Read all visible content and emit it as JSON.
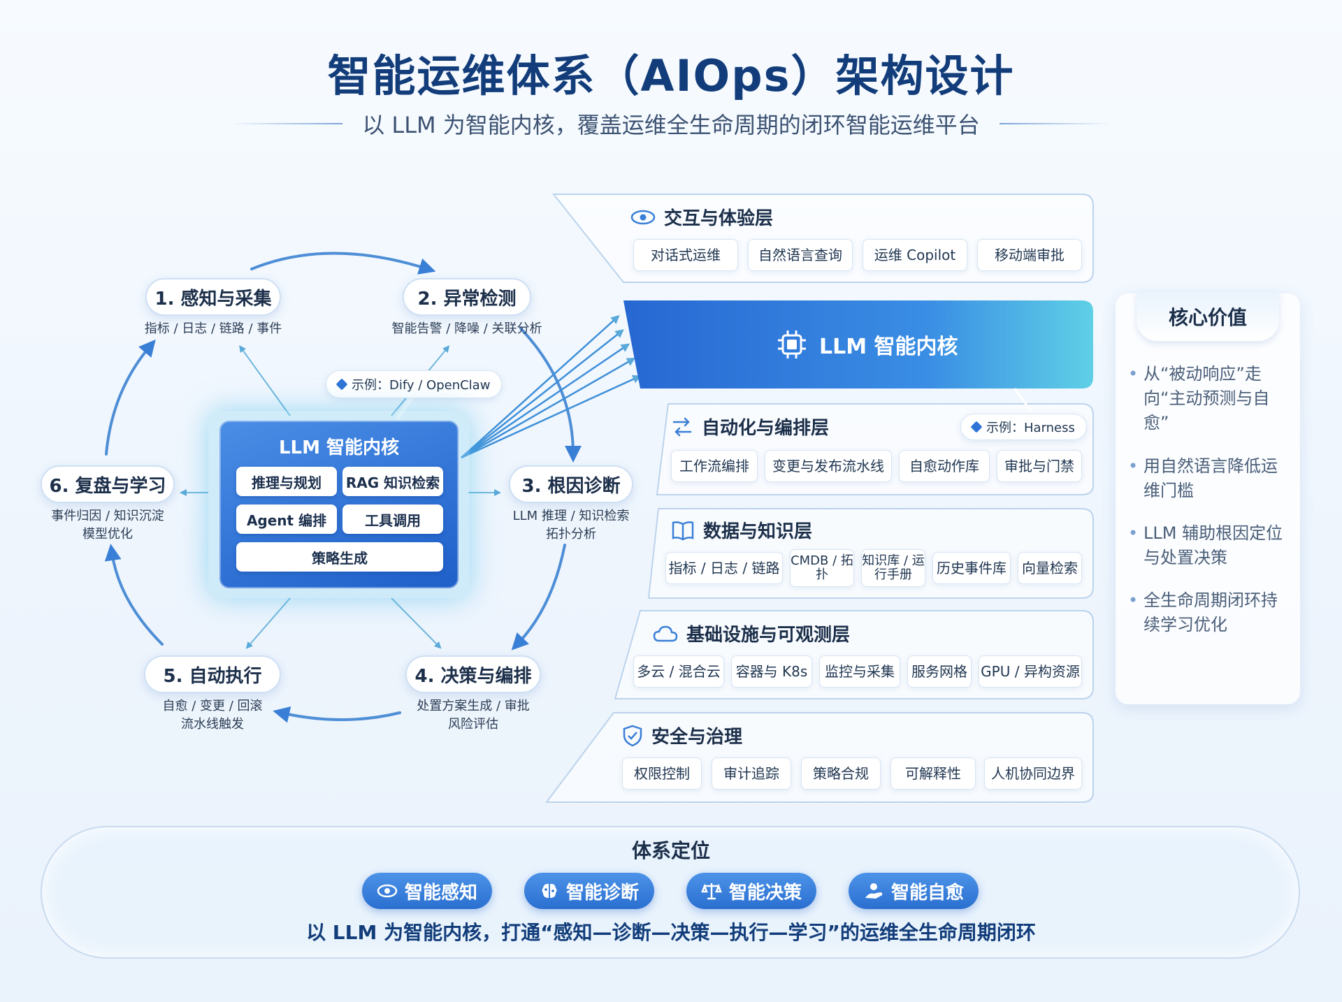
{
  "header": {
    "title": "智能运维体系（AIOps）架构设计",
    "subtitle": "以 LLM 为智能内核，覆盖运维全生命周期的闭环智能运维平台"
  },
  "cycle": {
    "nodes": [
      {
        "label": "1. 感知与采集",
        "sub": [
          "指标 / 日志 / 链路 / 事件"
        ]
      },
      {
        "label": "2. 异常检测",
        "sub": [
          "智能告警 / 降噪 / 关联分析"
        ]
      },
      {
        "label": "3. 根因诊断",
        "sub": [
          "LLM 推理 / 知识检索",
          "拓扑分析"
        ]
      },
      {
        "label": "4. 决策与编排",
        "sub": [
          "处置方案生成 / 审批",
          "风险评估"
        ]
      },
      {
        "label": "5. 自动执行",
        "sub": [
          "自愈 / 变更 / 回滚",
          "流水线触发"
        ]
      },
      {
        "label": "6. 复盘与学习",
        "sub": [
          "事件归因 / 知识沉淀",
          "模型优化"
        ]
      }
    ],
    "core": {
      "title": "LLM 智能内核",
      "items": [
        "推理与规划",
        "RAG 知识检索",
        "Agent 编排",
        "工具调用",
        "策略生成"
      ]
    },
    "example_tag": "示例：Dify / OpenClaw"
  },
  "layers": {
    "interaction": {
      "title": "交互与体验层",
      "icon": "eye-icon",
      "items": [
        "对话式运维",
        "自然语言查询",
        "运维 Copilot",
        "移动端审批"
      ]
    },
    "llm_banner": {
      "title": "LLM 智能内核",
      "icon": "chip-icon"
    },
    "automation": {
      "title": "自动化与编排层",
      "icon": "flow-icon",
      "example": "示例：Harness",
      "items": [
        "工作流编排",
        "变更与发布流水线",
        "自愈动作库",
        "审批与门禁"
      ]
    },
    "data": {
      "title": "数据与知识层",
      "icon": "book-icon",
      "items": [
        "指标 / 日志 / 链路",
        "CMDB / 拓扑",
        "知识库 / 运行手册",
        "历史事件库",
        "向量检索"
      ]
    },
    "infra": {
      "title": "基础设施与可观测层",
      "icon": "cloud-icon",
      "items": [
        "多云 / 混合云",
        "容器与 K8s",
        "监控与采集",
        "服务网格",
        "GPU / 异构资源"
      ]
    },
    "security": {
      "title": "安全与治理",
      "icon": "shield-icon",
      "items": [
        "权限控制",
        "审计追踪",
        "策略合规",
        "可解释性",
        "人机协同边界"
      ]
    }
  },
  "core_value": {
    "title": "核心价值",
    "items": [
      "从“被动响应”走向“主动预测与自愈”",
      "用自然语言降低运维门槛",
      "LLM 辅助根因定位与处置决策",
      "全生命周期闭环持续学习优化"
    ]
  },
  "positioning": {
    "title": "体系定位",
    "pills": [
      {
        "label": "智能感知",
        "icon": "eye-icon"
      },
      {
        "label": "智能诊断",
        "icon": "brain-icon"
      },
      {
        "label": "智能决策",
        "icon": "scale-icon"
      },
      {
        "label": "智能自愈",
        "icon": "heal-icon"
      }
    ],
    "summary": "以 LLM 为智能内核，打通“感知—诊断—决策—执行—学习”的运维全生命周期闭环"
  },
  "colors": {
    "accent": "#2a6fd0",
    "title": "#123d7a",
    "border": "#bcd3ec"
  }
}
